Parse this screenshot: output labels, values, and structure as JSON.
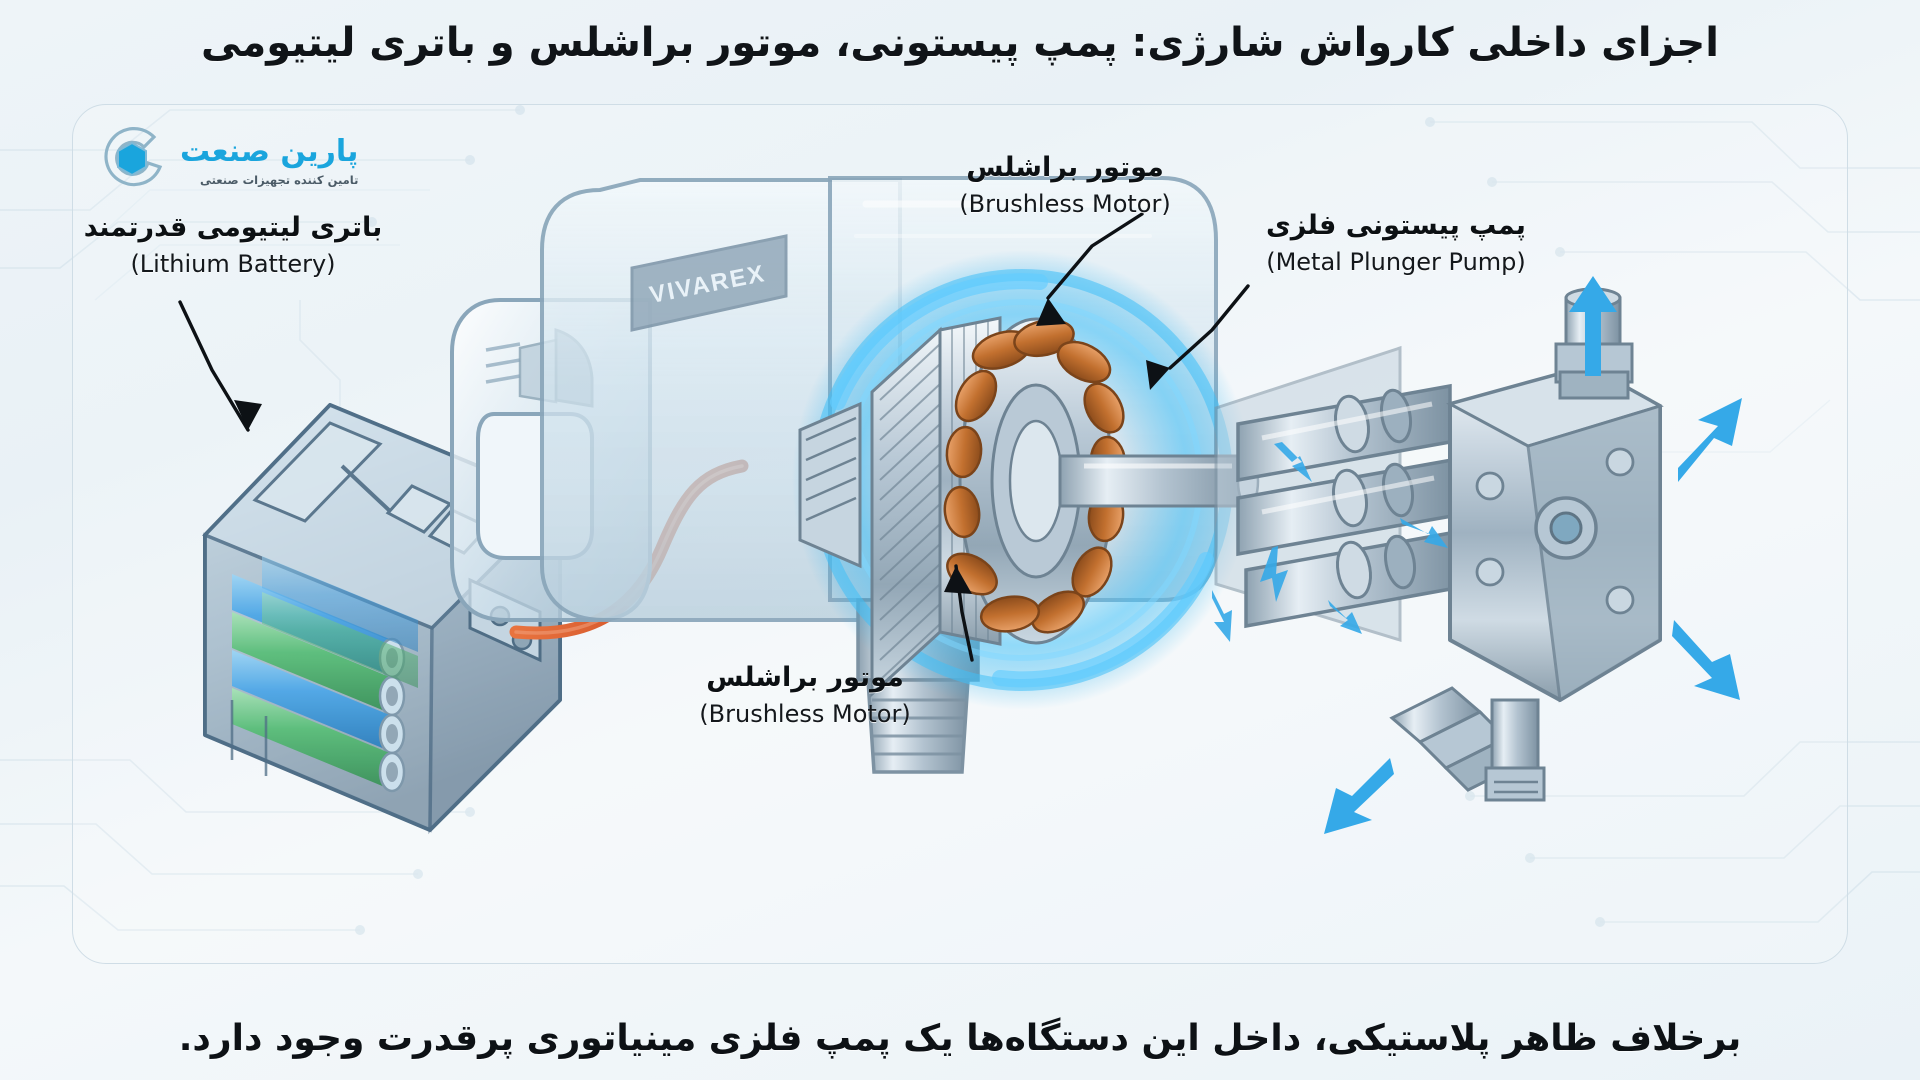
{
  "page": {
    "title": "اجزای داخلی کارواش شارژی: پمپ پیستونی، موتور براشلس و باتری لیتیومی",
    "caption": "برخلاف ظاهر پلاستیکی، داخل این دستگاه‌ها یک پمپ فلزی مینیاتوری پرقدرت وجود دارد.",
    "background_color": "#eef4f8",
    "accent_color": "#1aa5dd"
  },
  "logo": {
    "name": "پارین صنعت",
    "tagline": "تامین کننده تجهیزات صنعتی",
    "mark": "hexagon-wrench-icon",
    "color": "#1aa5dd"
  },
  "labels": [
    {
      "id": "battery",
      "fa": "باتری لیتیومی قدرتمند",
      "en": "(Lithium Battery)"
    },
    {
      "id": "motor-top",
      "fa": "موتور براشلس",
      "en": "(Brushless Motor)"
    },
    {
      "id": "pump",
      "fa": "پمپ پیستونی فلزی",
      "en": "(Metal Plunger Pump)"
    },
    {
      "id": "motor-bottom",
      "fa": "موتور براشلس",
      "en": "(Brushless Motor)"
    }
  ],
  "device": {
    "brand_text": "VIVAREX",
    "body_color": "#cfe0ea",
    "glow_color": "#2fb4f0",
    "metal_color": "#b8c6d2",
    "copper_color": "#c2702f",
    "cell_colors": [
      "#4fa8e8",
      "#5bbf7a"
    ],
    "wire_color": "#d6592c",
    "arrow_color": "#35a9e8"
  }
}
